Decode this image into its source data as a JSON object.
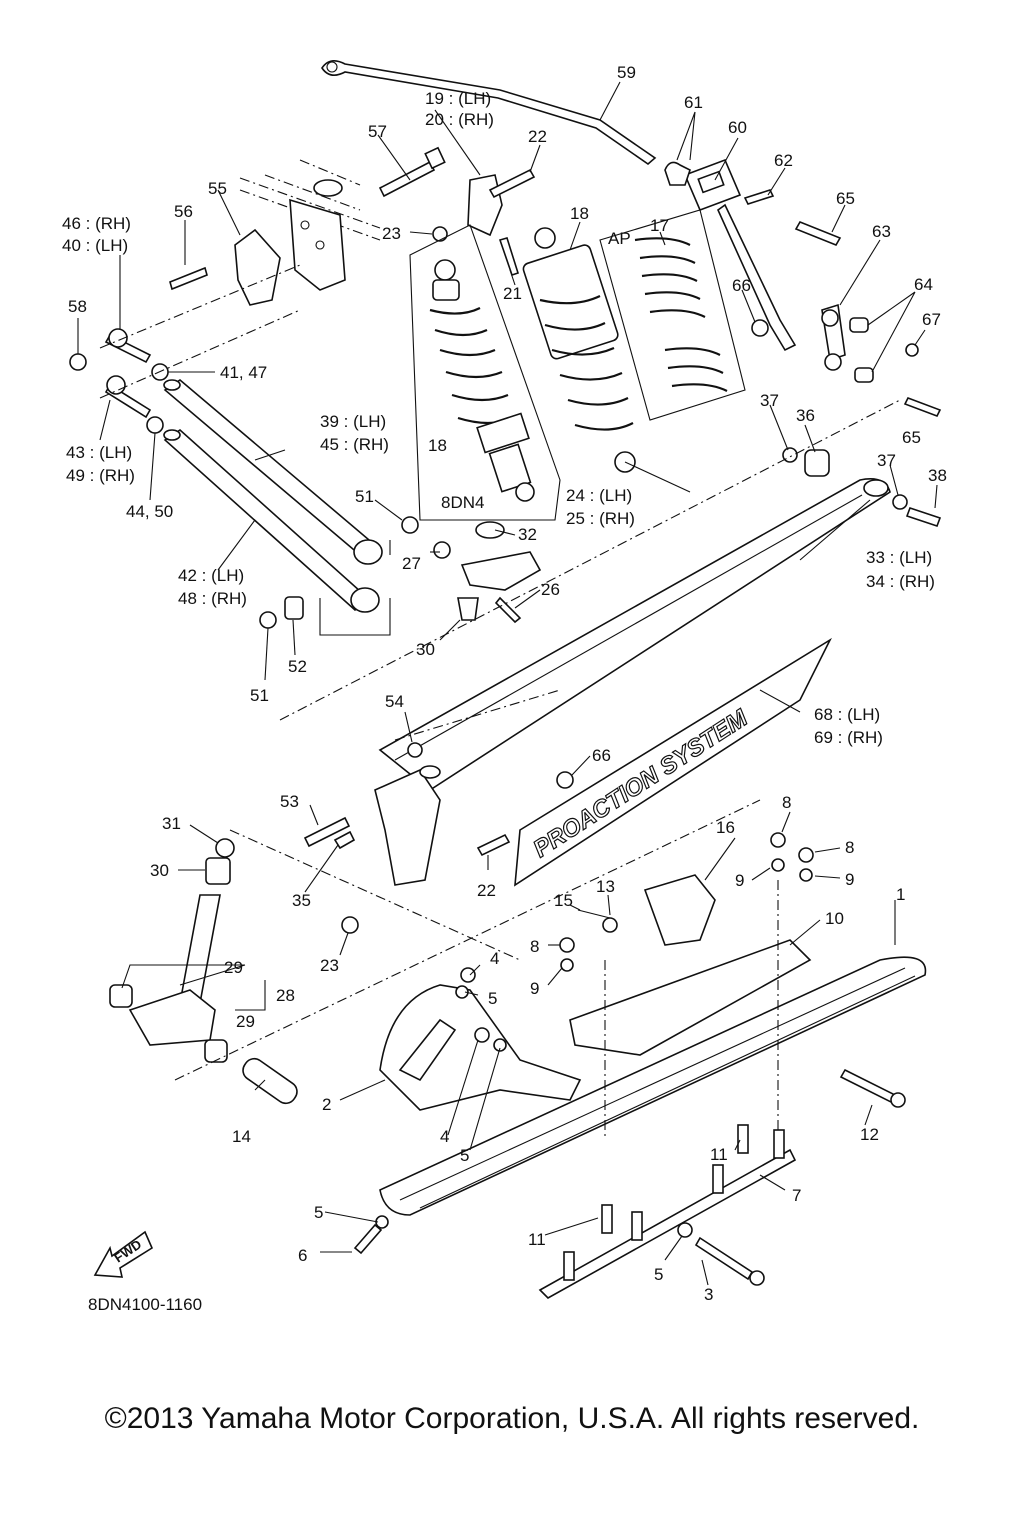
{
  "diagram_code": "8DN4100-1160",
  "copyright": "©2013 Yamaha Motor Corporation, U.S.A. All rights reserved.",
  "callouts": {
    "c1": "1",
    "c2": "2",
    "c3": "3",
    "c4a": "4",
    "c4b": "4",
    "c5a": "5",
    "c5b": "5",
    "c5c": "5",
    "c5d": "5",
    "c6": "6",
    "c7": "7",
    "c8a": "8",
    "c8b": "8",
    "c8c": "8",
    "c9a": "9",
    "c9b": "9",
    "c9c": "9",
    "c10": "10",
    "c11a": "11",
    "c11b": "11",
    "c12": "12",
    "c13": "13",
    "c14": "14",
    "c15": "15",
    "c16": "16",
    "c17": "17",
    "c18a": "18",
    "c18b": "18",
    "c19_20a": "19 : (LH)",
    "c19_20b": "20 : (RH)",
    "c21": "21",
    "c22a": "22",
    "c22b": "22",
    "c23a": "23",
    "c23b": "23",
    "c24_25a": "24 : (LH)",
    "c24_25b": "25 : (RH)",
    "c26": "26",
    "c27": "27",
    "c28": "28",
    "c29a": "29",
    "c29b": "29",
    "c30a": "30",
    "c30b": "30",
    "c31": "31",
    "c32": "32",
    "c33_34a": "33 : (LH)",
    "c33_34b": "34 : (RH)",
    "c35": "35",
    "c36": "36",
    "c37a": "37",
    "c37b": "37",
    "c38": "38",
    "c39_45a": "39 : (LH)",
    "c39_45b": "45 : (RH)",
    "c41_47": "41, 47",
    "c42_48a": "42 : (LH)",
    "c42_48b": "48 : (RH)",
    "c43_49a": "43 : (LH)",
    "c43_49b": "49 : (RH)",
    "c44_50": "44, 50",
    "c46_40a": "46 : (RH)",
    "c46_40b": "40 : (LH)",
    "c51a": "51",
    "c51b": "51",
    "c52": "52",
    "c53": "53",
    "c54": "54",
    "c55": "55",
    "c56": "56",
    "c57": "57",
    "c58": "58",
    "c59": "59",
    "c60": "60",
    "c61": "61",
    "c62": "62",
    "c63": "63",
    "c64": "64",
    "c65a": "65",
    "c65b": "65",
    "c66a": "66",
    "c66b": "66",
    "c67": "67",
    "c68_69a": "68 : (LH)",
    "c68_69b": "69 : (RH)",
    "ap": "AP",
    "model_8dn4": "8DN4"
  },
  "decal_text": "PROACTION SYSTEM",
  "fwd_arrow_text": "FWD"
}
